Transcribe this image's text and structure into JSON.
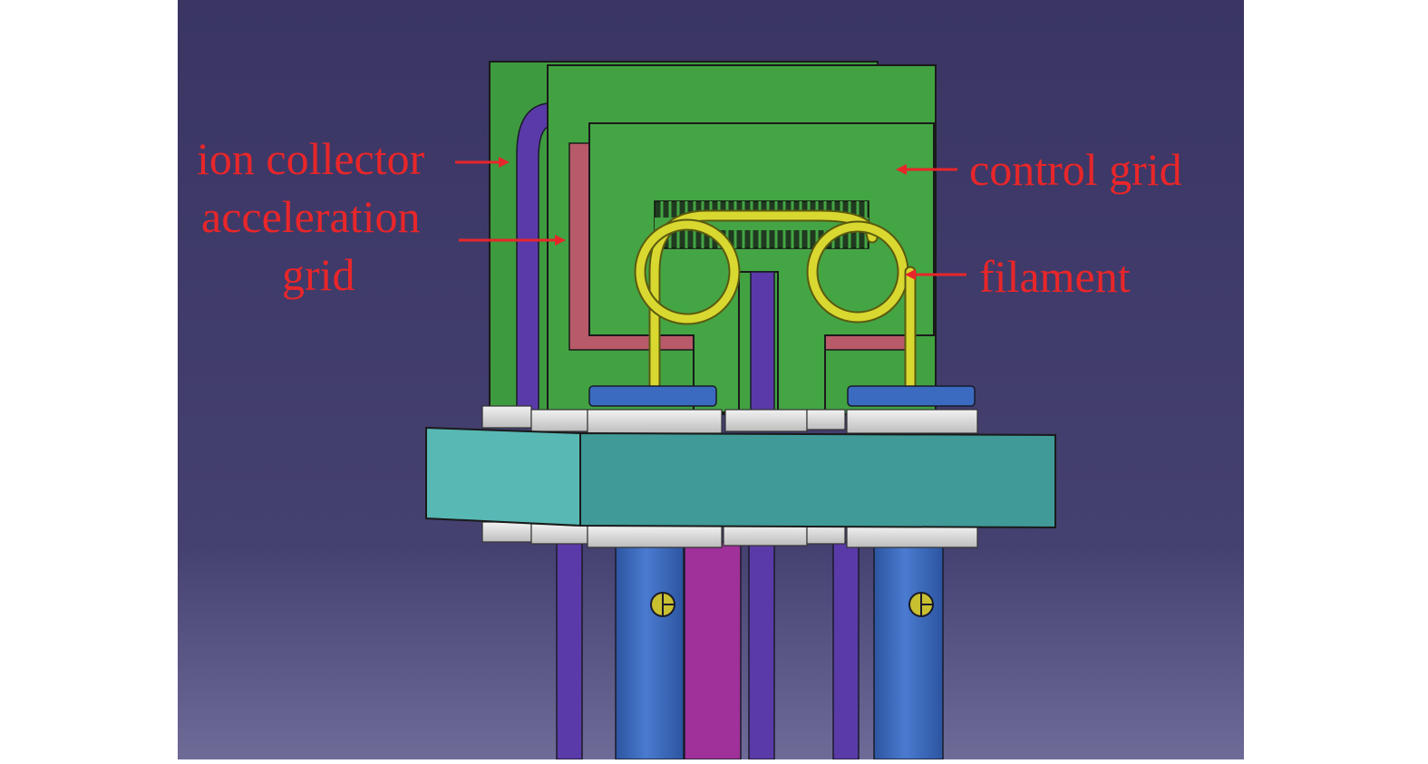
{
  "labels": {
    "ion_collector": "ion collector",
    "acceleration_grid_line1": "acceleration",
    "acceleration_grid_line2": "grid",
    "control_grid": "control grid",
    "filament": "filament"
  },
  "colors": {
    "background_top": "#3a3563",
    "background_bottom": "#6f6b98",
    "label_red": "#e8262a",
    "green_plate": "#40a040",
    "red_frame": "#b85a6a",
    "teal_base": "#45a3a0",
    "blue_post": "#3a6bc0",
    "purple_rod": "#5a3aa8",
    "magenta_rod": "#a0309a",
    "yellow_filament": "#d8d830",
    "white_washer": "#e4e4e4"
  }
}
